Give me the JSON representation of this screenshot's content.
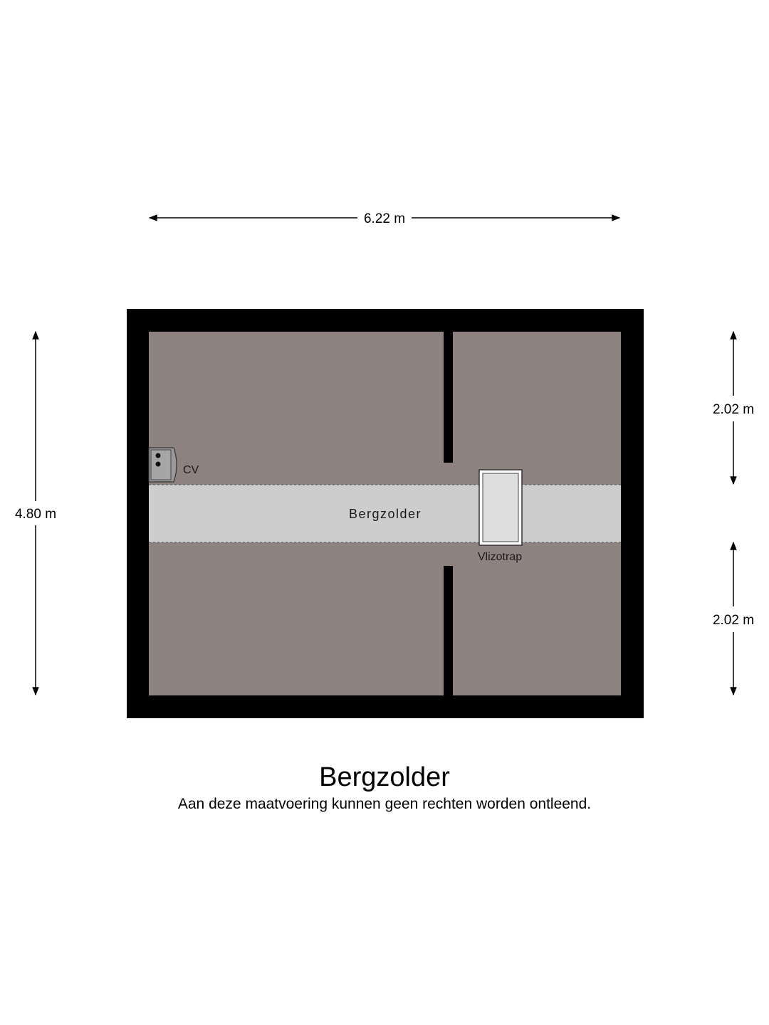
{
  "plan": {
    "floor_name": "Bergzolder",
    "disclaimer": "Aan deze maatvoering kunnen geen rechten worden ontleend.",
    "dimensions": {
      "width": "6.22 m",
      "height": "4.80 m",
      "right_top": "2.02 m",
      "right_bottom": "2.02 m"
    },
    "labels": {
      "room": "Bergzolder",
      "boiler": "CV",
      "hatch": "Vlizotrap"
    },
    "colors": {
      "wall": "#000000",
      "low_ceiling_zone": "#8e8280",
      "walkable_zone": "#cdcdcd"
    }
  }
}
